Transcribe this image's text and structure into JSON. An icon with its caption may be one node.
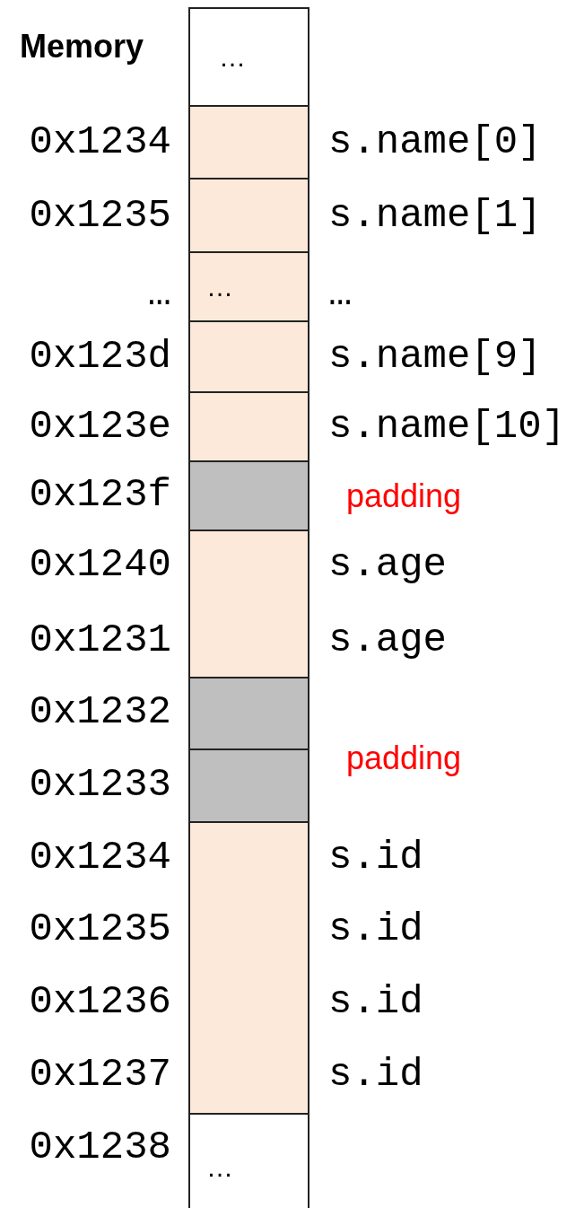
{
  "diagram": {
    "nodes": [
      {
        "text": [
          "…"
        ]
      },
      {
        "text": [],
        "shape": "box"
      },
      {
        "text": [],
        "shape": "box"
      },
      {
        "text": [
          "…"
        ]
      },
      {
        "text": [],
        "shape": "box"
      },
      {
        "text": [],
        "shape": "box"
      },
      {
        "text": [],
        "shape": "box"
      },
      {
        "text": [],
        "shape": "box"
      },
      {
        "text": [],
        "shape": "box"
      },
      {
        "text": [],
        "shape": "box"
      },
      {
        "text": [],
        "shape": "box"
      },
      {
        "text": [
          "…"
        ]
      }
    ],
    "labels": [
      "Memory",
      "0x1234",
      "s.name[0]",
      "0x1235",
      "s.name[1]",
      "…",
      "…",
      "0x123d",
      "s.name[9]",
      "0x123e",
      "s.name[10]",
      "0x123f",
      "padding",
      "0x1240",
      "s.age",
      "0x1231",
      "s.age",
      "0x1232",
      "padding",
      "0x1233",
      "0x1234",
      "s.id",
      "0x1235",
      "s.id",
      "0x1236",
      "s.id",
      "0x1237",
      "s.id",
      "0x1238"
    ]
  }
}
